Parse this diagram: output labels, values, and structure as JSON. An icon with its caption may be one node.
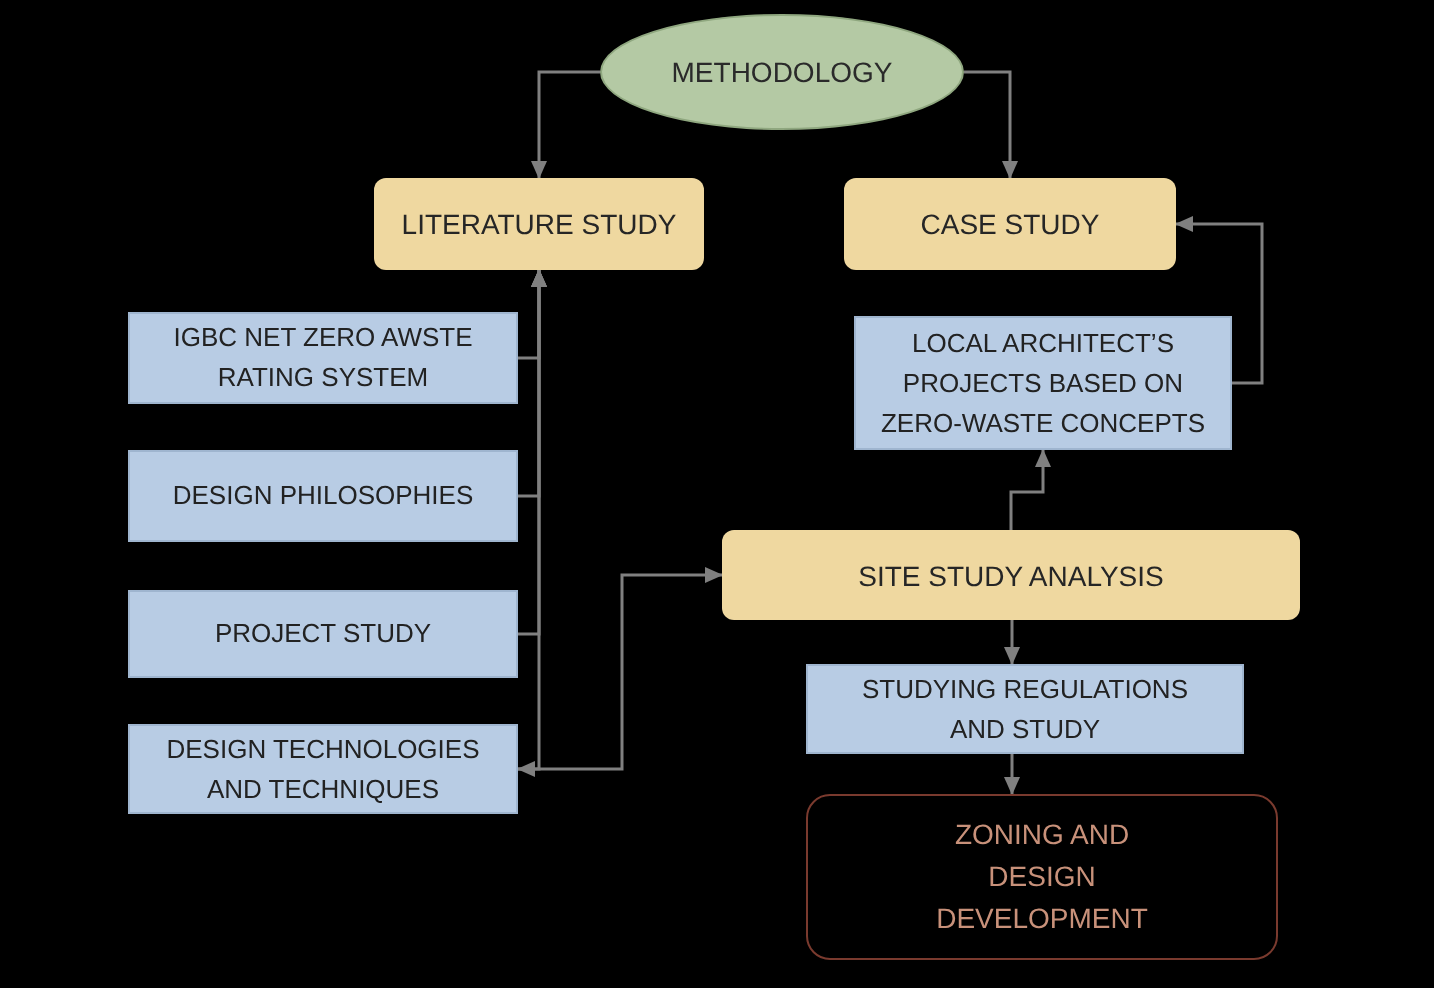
{
  "diagram": {
    "nodes": [
      {
        "text": [
          "METHODOLOGY"
        ]
      },
      {
        "text": [
          "LITERATURE STUDY"
        ]
      },
      {
        "text": [
          "CASE STUDY"
        ]
      },
      {
        "text": [
          "IGBC NET ZERO AWSTE RATING SYSTEM"
        ]
      },
      {
        "text": [
          "DESIGN PHILOSOPHIES"
        ]
      },
      {
        "text": [
          "PROJECT STUDY"
        ]
      },
      {
        "text": [
          "DESIGN TECHNOLOGIES AND TECHNIQUES"
        ]
      },
      {
        "text": [
          "LOCAL ARCHITECT’S PROJECTS BASED ON ZERO-WASTE CONCEPTS"
        ]
      },
      {
        "text": [
          "SITE STUDY ANALYSIS"
        ]
      },
      {
        "text": [
          "STUDYING REGULATIONS AND STUDY"
        ]
      },
      {
        "text": [
          "ZONING AND DESIGN DEVELOPMENT"
        ]
      }
    ],
    "edges": [
      {
        "from": 0,
        "to": 1,
        "arrow": "to"
      },
      {
        "from": 0,
        "to": 2,
        "arrow": "to"
      },
      {
        "from": 3,
        "to": 1,
        "arrow": "to"
      },
      {
        "from": 4,
        "to": 1,
        "arrow": "to"
      },
      {
        "from": 5,
        "to": 1,
        "arrow": "to"
      },
      {
        "from": 6,
        "to": 1,
        "arrow": "to"
      },
      {
        "from": 6,
        "to": 8,
        "arrow": "both"
      },
      {
        "from": 8,
        "to": 7,
        "arrow": "to"
      },
      {
        "from": 7,
        "to": 2,
        "arrow": "to"
      },
      {
        "from": 8,
        "to": 9,
        "arrow": "to"
      },
      {
        "from": 9,
        "to": 10,
        "arrow": "to"
      }
    ]
  }
}
